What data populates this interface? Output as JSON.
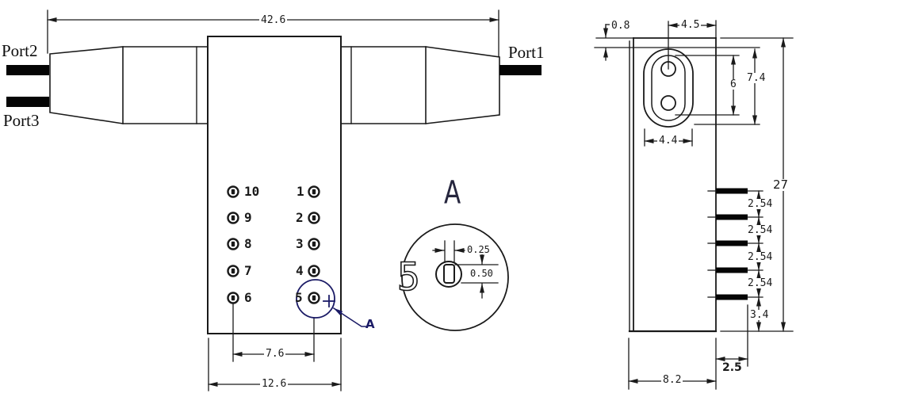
{
  "drawing": {
    "front_view": {
      "port_labels": {
        "port1": "Port1",
        "port2": "Port2",
        "port3": "Port3"
      },
      "dim_overall_length": "42.6",
      "dim_pin_span": "7.6",
      "dim_body_width": "12.6",
      "left_pin_labels": [
        "10",
        "9",
        "8",
        "7",
        "6"
      ],
      "right_pin_labels": [
        "1",
        "2",
        "3",
        "4",
        "5"
      ],
      "detail_callout_label": "A"
    },
    "detail_view": {
      "section_label": "A",
      "pin_number": "5",
      "dim_slot_width": "0.25",
      "dim_slot_height": "0.50"
    },
    "side_view": {
      "dim_step": "0.8",
      "dim_slot_to_edge": "4.5",
      "dim_slot_outer_height": "7.4",
      "dim_hole_spacing": "6",
      "dim_slot_outer_width": "4.4",
      "dim_total_height": "27",
      "dim_pin_pitch": [
        "2.54",
        "2.54",
        "2.54",
        "2.54"
      ],
      "dim_bottom_pin_offset": "3.4",
      "dim_pin_length": "2.5",
      "dim_body_depth": "8.2"
    },
    "colors": {
      "line": "#1a1a1a",
      "callout": "#1b1b66",
      "background": "#ffffff"
    }
  }
}
